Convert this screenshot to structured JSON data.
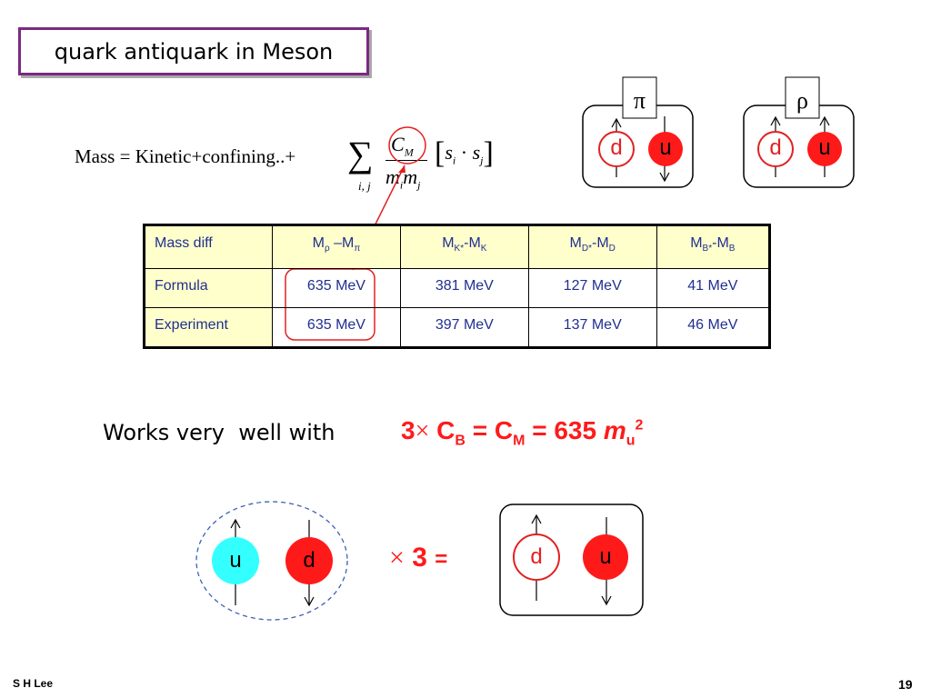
{
  "title": "quark antiquark in Meson",
  "formula": {
    "lhs": "Mass",
    "eq": "=",
    "kinetic": "Kinetic",
    "plus1": "+",
    "confining": "confining..",
    "plus2": "+",
    "sum": "∑",
    "sum_index": "i, j",
    "C": "C",
    "C_sub": "M",
    "m1": "m",
    "m1_sub": "i",
    "m2": "m",
    "m2_sub": "j",
    "bracket_left": "[",
    "s1": "s",
    "s1_sub": "i",
    "dot": "·",
    "s2": "s",
    "s2_sub": "j",
    "bracket_right": "]"
  },
  "mesons": {
    "pi": {
      "label": "π",
      "q1": "d",
      "q2": "u"
    },
    "rho": {
      "label": "ρ",
      "q1": "d",
      "q2": "u"
    }
  },
  "table": {
    "header": {
      "c0": "Mass diff",
      "c1_m1": "M",
      "c1_s1": "ρ",
      "c1_mid": " –M",
      "c1_s2": "π",
      "c2_m1": "M",
      "c2_s1": "K*",
      "c2_mid": "-M",
      "c2_s2": "K",
      "c3_m1": "M",
      "c3_s1": "D*",
      "c3_mid": "-M",
      "c3_s2": "D",
      "c4_m1": "M",
      "c4_s1": "B*",
      "c4_mid": "-M",
      "c4_s2": "B"
    },
    "rows": [
      {
        "label": "Formula",
        "values": [
          "635 MeV",
          "381 MeV",
          "127 MeV",
          "41 MeV"
        ]
      },
      {
        "label": "Experiment",
        "values": [
          "635 MeV",
          "397 MeV",
          "137 MeV",
          "46 MeV"
        ]
      }
    ]
  },
  "works": "Works very  well with",
  "relation": {
    "three": "3",
    "times": "×",
    "cb": "C",
    "cb_sub": "B",
    "eq1": "=",
    "cm": "C",
    "cm_sub": "M",
    "eq2": "=",
    "value": "635",
    "m": "m",
    "m_sub": "u",
    "m_sup": "2"
  },
  "bottom": {
    "diquark_q1": "u",
    "diquark_q2": "d",
    "times3_times": "×",
    "times3_num": "3",
    "equals": "=",
    "meson_q1": "d",
    "meson_q2": "u"
  },
  "footer": {
    "author": "S H Lee",
    "page": "19"
  },
  "colors": {
    "red": "#ff1a1a",
    "cyan": "#33ffff",
    "title_border": "#7a2a82",
    "table_text": "#1f2f8f",
    "table_header_bg": "#ffffcc",
    "circle_outline": "#e32020"
  }
}
